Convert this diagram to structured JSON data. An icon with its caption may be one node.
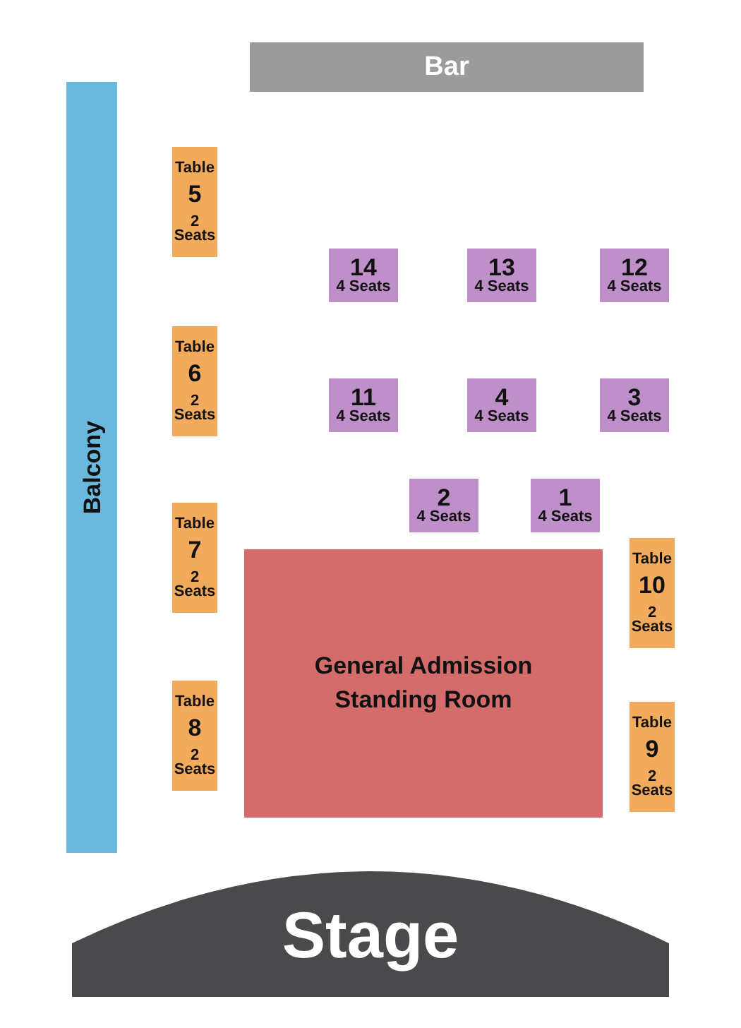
{
  "diagram": {
    "nodes": [
      {
        "text": [
          "Bar"
        ]
      },
      {
        "text": [
          "Balcony"
        ]
      },
      {
        "text": [
          "Table",
          "5",
          "2 Seats"
        ]
      },
      {
        "text": [
          "14",
          "4 Seats"
        ]
      },
      {
        "text": [
          "13",
          "4 Seats"
        ]
      },
      {
        "text": [
          "12",
          "4 Seats"
        ]
      },
      {
        "text": [
          "Table",
          "6",
          "2 Seats"
        ]
      },
      {
        "text": [
          "11",
          "4 Seats"
        ]
      },
      {
        "text": [
          "4",
          "4 Seats"
        ]
      },
      {
        "text": [
          "3",
          "4 Seats"
        ]
      },
      {
        "text": [
          "2",
          "4 Seats"
        ]
      },
      {
        "text": [
          "1",
          "4 Seats"
        ]
      },
      {
        "text": [
          "Table",
          "7",
          "2 Seats"
        ]
      },
      {
        "text": [
          "Table",
          "10",
          "2 Seats"
        ]
      },
      {
        "text": [
          "General Admission Standing Room"
        ]
      },
      {
        "text": [
          "Table",
          "8",
          "2 Seats"
        ]
      },
      {
        "text": [
          "Table",
          "9",
          "2 Seats"
        ]
      },
      {
        "text": [
          "Stage"
        ]
      }
    ],
    "edges": []
  }
}
